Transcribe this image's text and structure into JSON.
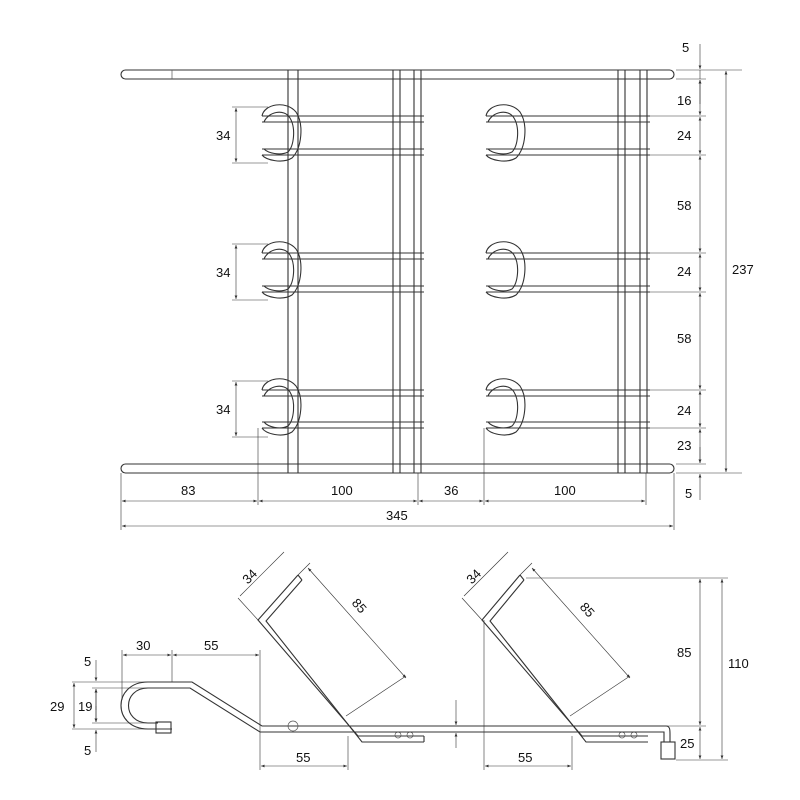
{
  "top_view": {
    "horizontal_dims": {
      "left_offset": "83",
      "left_section": "100",
      "gap": "36",
      "right_section": "100",
      "overall": "345"
    },
    "vertical_dims": {
      "top_rod": "5",
      "d16": "16",
      "d24_a": "24",
      "d58_a": "58",
      "d24_b": "24",
      "d58_b": "58",
      "d24_c": "24",
      "d23": "23",
      "bottom_rod": "5",
      "overall": "237"
    },
    "hook_spacing": [
      "34",
      "34",
      "34"
    ]
  },
  "side_view": {
    "left_hook_arm": "34",
    "left_hook_len": "85",
    "right_hook_arm": "34",
    "right_hook_len": "85",
    "end_top_thk": "5",
    "end_height": "29",
    "end_inner": "19",
    "end_bottom_thk": "5",
    "end_width": "30",
    "end_to_hook": "55",
    "left_base": "55",
    "right_base": "55",
    "hook_height": "85",
    "overall_height": "110",
    "foot": "25"
  },
  "colors": {
    "line": "#333333",
    "background": "#ffffff"
  }
}
